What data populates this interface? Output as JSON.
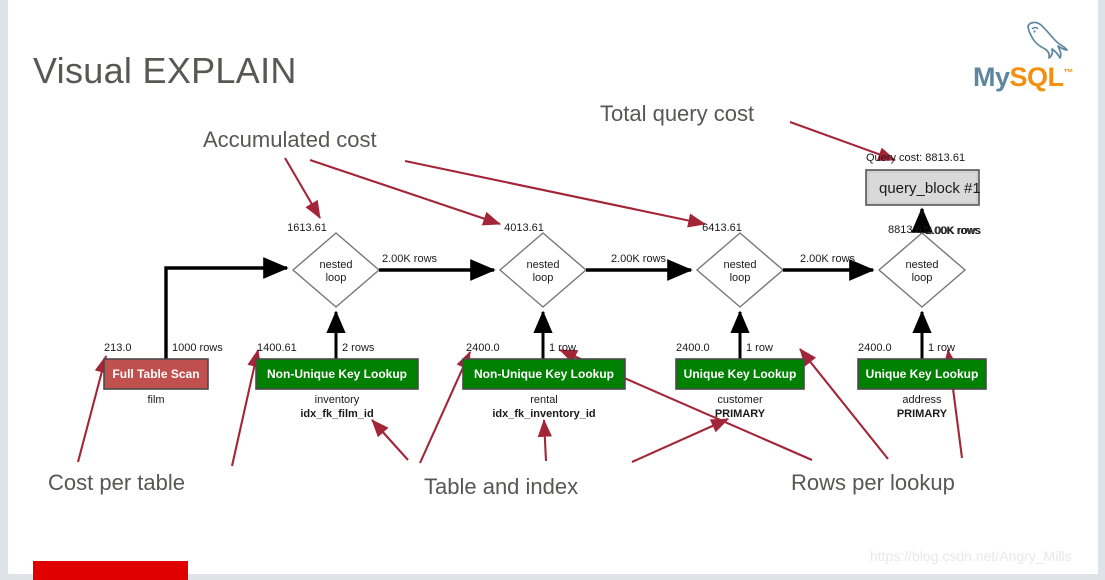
{
  "slide": {
    "title": "Visual EXPLAIN",
    "watermark": "https://blog.csdn.net/Angry_Mills",
    "accent_red": "#a32638",
    "brand_blue": "#5d87a1",
    "brand_orange": "#f29111",
    "scan_red": "#c0504d",
    "lookup_green": "#008000",
    "bar_red": "#e00000"
  },
  "logo": {
    "my": "My",
    "sql": "SQL",
    "tm": "™",
    "dolphin": "dolphin-icon"
  },
  "annotations": [
    {
      "id": "accumulated-cost",
      "label": "Accumulated cost"
    },
    {
      "id": "total-query-cost",
      "label": "Total query cost"
    },
    {
      "id": "cost-per-table",
      "label": "Cost per table"
    },
    {
      "id": "table-and-index",
      "label": "Table and index"
    },
    {
      "id": "rows-per-lookup",
      "label": "Rows per lookup"
    }
  ],
  "explain": {
    "query_cost_label": "Query cost: 8813.61",
    "query_block_label": "query_block #1",
    "root_cost": "8813.61",
    "root_rows": "2.00K rows",
    "tables": [
      {
        "cost": "213.0",
        "rows": "1000 rows",
        "access": "Full Table Scan",
        "table": "film",
        "index": "",
        "color": "#c0504d"
      },
      {
        "cost": "1400.61",
        "rows": "2 rows",
        "access": "Non-Unique Key Lookup",
        "table": "inventory",
        "index": "idx_fk_film_id",
        "color": "#008000"
      },
      {
        "cost": "2400.0",
        "rows": "1 row",
        "access": "Non-Unique Key Lookup",
        "table": "rental",
        "index": "idx_fk_inventory_id",
        "color": "#008000"
      },
      {
        "cost": "2400.0",
        "rows": "1 row",
        "access": "Unique Key Lookup",
        "table": "customer",
        "index": "PRIMARY",
        "color": "#008000"
      },
      {
        "cost": "2400.0",
        "rows": "1 row",
        "access": "Unique Key Lookup",
        "table": "address",
        "index": "PRIMARY",
        "color": "#008000"
      }
    ],
    "joins": [
      {
        "cost": "1613.61",
        "op_line1": "nested",
        "op_line2": "loop",
        "out_rows": "2.00K rows"
      },
      {
        "cost": "4013.61",
        "op_line1": "nested",
        "op_line2": "loop",
        "out_rows": "2.00K rows"
      },
      {
        "cost": "6413.61",
        "op_line1": "nested",
        "op_line2": "loop",
        "out_rows": "2.00K rows"
      },
      {
        "cost": "8813.61",
        "op_line1": "nested",
        "op_line2": "loop",
        "out_rows": "2.00K rows"
      }
    ]
  }
}
